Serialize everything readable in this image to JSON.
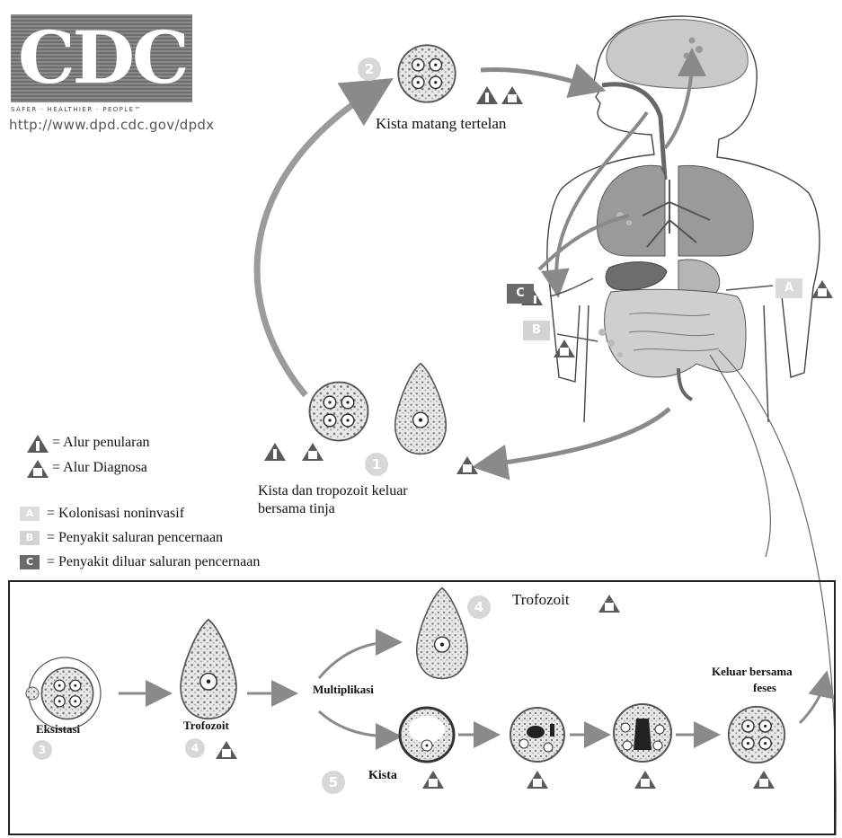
{
  "logo": {
    "text": "CDC",
    "tagline": "SAFER · HEALTHIER · PEOPLE™",
    "url": "http://www.dpd.cdc.gov/dpdx"
  },
  "top": {
    "step2_num": "2",
    "ingested_caption": "Kista matang tertelan"
  },
  "organs": {
    "A_letter": "A",
    "B_letter": "B",
    "C_letter": "C"
  },
  "exit": {
    "step1_num": "1",
    "caption_line1": "Kista dan tropozoit keluar",
    "caption_line2": "bersama tinja"
  },
  "legend": {
    "infective_label": "= Alur penularan",
    "diagnostic_label": "= Alur Diagnosa",
    "A_letter": "A",
    "A_text": "= Kolonisasi noninvasif",
    "B_letter": "B",
    "B_text": "= Penyakit saluran pencernaan",
    "C_letter": "C",
    "C_text": "= Penyakit diluar saluran pencernaan"
  },
  "stage_letters": {
    "infective": "i",
    "diagnostic": "d"
  },
  "lower": {
    "excystation_label": "Eksistasi",
    "step3_num": "3",
    "trophozoite_label": "Trofozoit",
    "step4_num": "4",
    "multiplication_label": "Multiplikasi",
    "top_trophozoite_label": "Trofozoit",
    "top_step4_num": "4",
    "cyst_label": "Kista",
    "step5_num": "5",
    "exit_label_line1": "Keluar bersama",
    "exit_label_line2": "feses"
  },
  "colors": {
    "arrow": "#8a8a8a",
    "organ": "#9a9a9a",
    "badge": "#d7d7d7",
    "triangle": "#5a5a5a"
  }
}
